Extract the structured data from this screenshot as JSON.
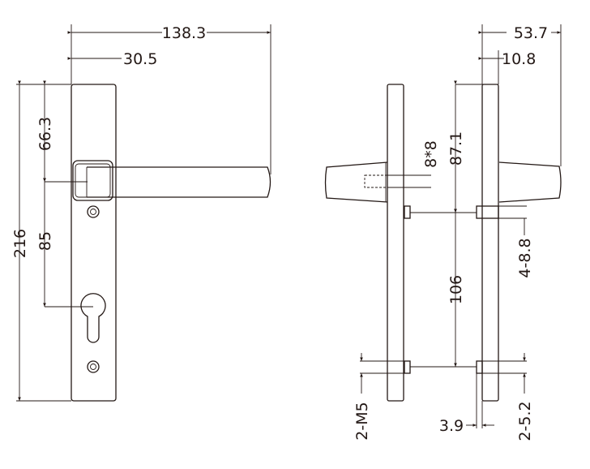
{
  "title": "Door handle technical drawing",
  "front_view": {
    "overall_width": "138.3",
    "plate_width": "30.5",
    "overall_height": "216",
    "top_to_handle": "66.3",
    "handle_to_cylinder": "85"
  },
  "side_view": {
    "overall_depth": "53.7",
    "plate_thickness": "10.8",
    "spindle": "8*8",
    "top_to_screw": "87.1",
    "screw_spacing": "106",
    "upper_holes": "4-8.8",
    "lower_thread": "2-M5",
    "lower_holes": "2-5.2",
    "boss_offset": "3.9"
  },
  "colors": {
    "line": "#231815",
    "background": "#ffffff"
  }
}
